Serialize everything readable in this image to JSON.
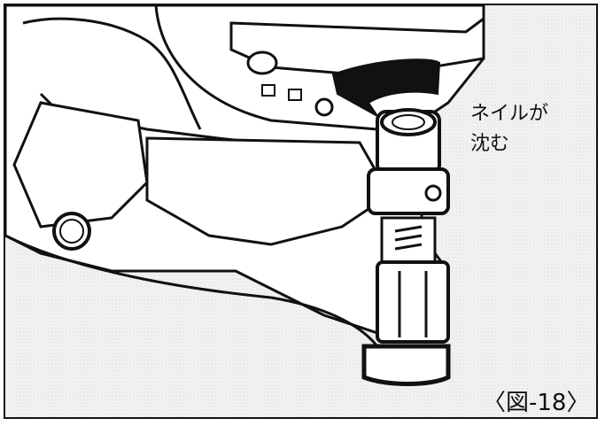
{
  "annotation": {
    "line1": "ネイルが",
    "line2": "沈む"
  },
  "figure_label": "〈図-18〉",
  "colors": {
    "ink": "#111111",
    "paper": "#ffffff",
    "shading": "#f2f2f2"
  },
  "icons": [
    "rotation-arrow-icon"
  ]
}
